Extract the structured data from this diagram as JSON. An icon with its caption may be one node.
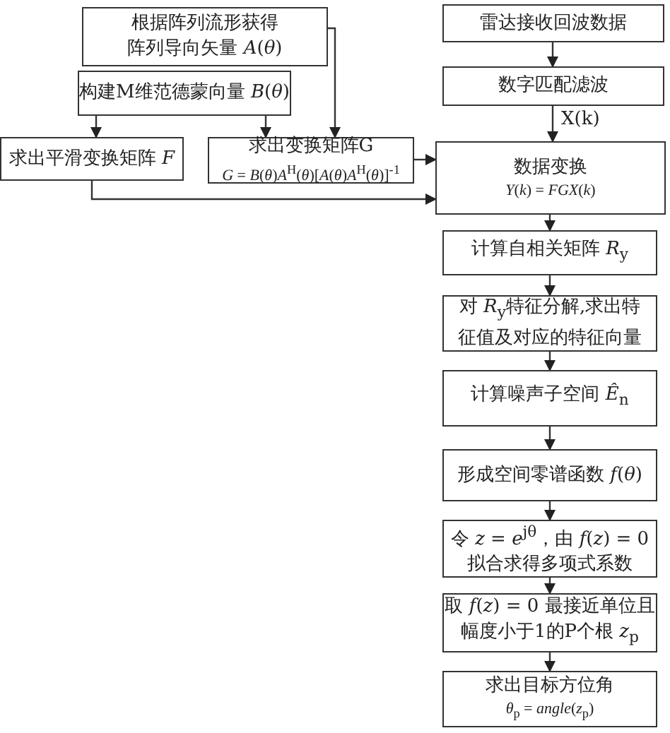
{
  "diagram": {
    "nodes": [
      {
        "text": [
          "根据阵列流形获得阵列导向矢量 *A*(*θ*)"
        ]
      },
      {
        "text": [
          "构建M维范德蒙向量 *B*(*θ*)"
        ]
      },
      {
        "text": [
          "求出平滑变换矩阵 *F*"
        ]
      },
      {
        "text": [
          "求出变换矩阵G",
          "*G* = *B*(*θ*)*A*$^{H}$(*θ*)[*A*(*θ*)*A*$^{H}$(*θ*)]$^{-1}$"
        ]
      },
      {
        "text": [
          "雷达接收回波数据"
        ]
      },
      {
        "text": [
          "数字匹配滤波"
        ]
      },
      {
        "text": [
          "数据变换",
          "*Y*(*k*) = *FGX*(*k*)"
        ]
      },
      {
        "text": [
          "计算自相关矩阵 *R*$_{y}$"
        ]
      },
      {
        "text": [
          "对 *R*$_{y}$特征分解,求出特征值及对应的特征向量"
        ]
      },
      {
        "text": [
          "计算噪声子空间 *Ê*$_{n}$"
        ]
      },
      {
        "text": [
          "形成空间零谱函数 *f*(*θ*)"
        ]
      },
      {
        "text": [
          "令 *z* = *e*$^{jθ}$，由 *f*(*z*) = 0拟合求得多项式系数"
        ]
      },
      {
        "text": [
          "取 *f*(*z*) = 0 最接近单位且幅度小于1的P个根 *z*$_{p}$"
        ]
      },
      {
        "text": [
          "求出目标方位角",
          "*θ*$_{p}$ = *angle*(*z*$_{p}$)"
        ]
      }
    ],
    "edges": [
      {
        "from": 0,
        "to": 3,
        "arrow": "to"
      },
      {
        "from": 1,
        "to": 2,
        "arrow": "to"
      },
      {
        "from": 1,
        "to": 3,
        "arrow": "to"
      },
      {
        "from": 3,
        "to": 6,
        "arrow": "to"
      },
      {
        "from": 2,
        "to": 6,
        "arrow": "to"
      },
      {
        "from": 4,
        "to": 5,
        "arrow": "to"
      },
      {
        "from": 5,
        "to": 6,
        "arrow": "to",
        "label": "X(k)"
      },
      {
        "from": 6,
        "to": 7,
        "arrow": "to"
      },
      {
        "from": 7,
        "to": 8,
        "arrow": "to"
      },
      {
        "from": 8,
        "to": 9,
        "arrow": "to"
      },
      {
        "from": 9,
        "to": 10,
        "arrow": "to"
      },
      {
        "from": 10,
        "to": 11,
        "arrow": "to"
      },
      {
        "from": 11,
        "to": 12,
        "arrow": "to"
      },
      {
        "from": 12,
        "to": 13,
        "arrow": "to"
      }
    ]
  }
}
